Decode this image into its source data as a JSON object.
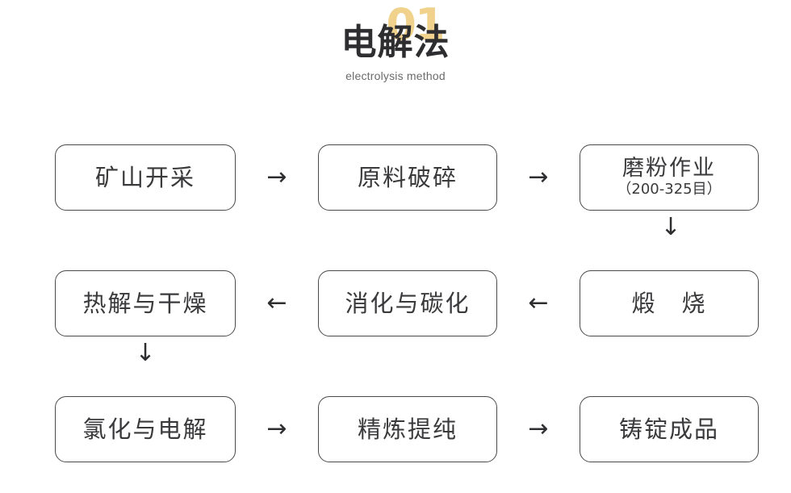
{
  "header": {
    "number": "01",
    "title": "电解法",
    "subtitle": "electrolysis method",
    "number_color": "#f0d28c",
    "title_color": "#2e2e30",
    "subtitle_color": "#6b6b6e"
  },
  "theme": {
    "background": "#ffffff",
    "node_border": "#4a4a4c",
    "node_text": "#3a3a3c",
    "arrow_color": "#2e2e30"
  },
  "flow": {
    "rows": [
      {
        "nodes": [
          {
            "label": "矿山开采",
            "sub": ""
          },
          {
            "label": "原料破碎",
            "sub": ""
          },
          {
            "label": "磨粉作业",
            "sub": "（200-325目）"
          }
        ],
        "connectors": [
          "→",
          "→"
        ]
      },
      {
        "nodes": [
          {
            "label": "热解与干燥",
            "sub": ""
          },
          {
            "label": "消化与碳化",
            "sub": ""
          },
          {
            "label": "煅　烧",
            "sub": ""
          }
        ],
        "connectors": [
          "←",
          "←"
        ]
      },
      {
        "nodes": [
          {
            "label": "氯化与电解",
            "sub": ""
          },
          {
            "label": "精炼提纯",
            "sub": ""
          },
          {
            "label": "铸锭成品",
            "sub": ""
          }
        ],
        "connectors": [
          "→",
          "→"
        ]
      }
    ],
    "vertical_connectors": [
      {
        "glyph": "↓",
        "column": "right"
      },
      {
        "glyph": "↓",
        "column": "left"
      }
    ]
  }
}
